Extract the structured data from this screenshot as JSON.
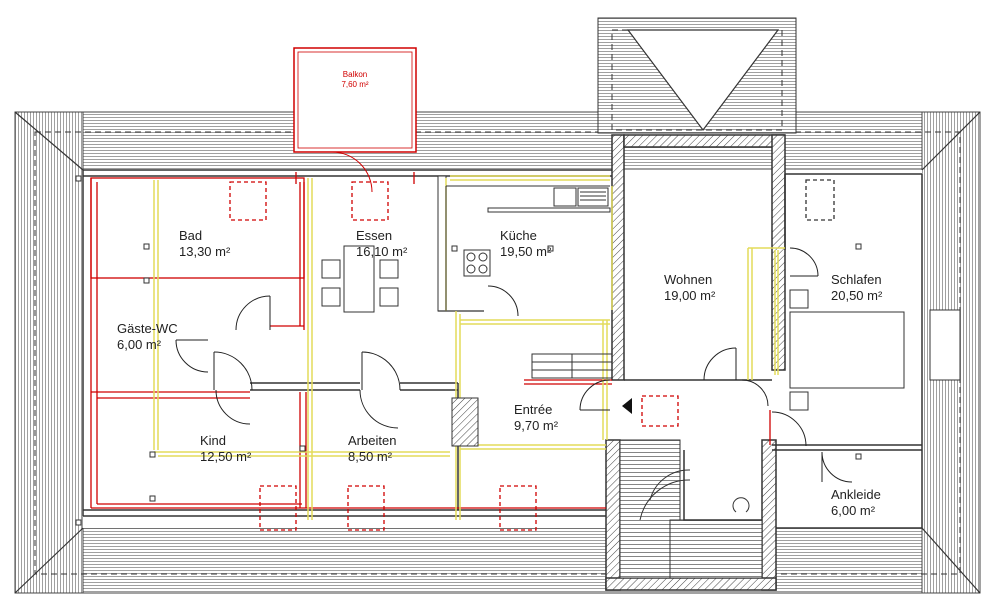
{
  "rooms": {
    "balkon": {
      "name": "Balkon",
      "area": "7,60 m²"
    },
    "bad": {
      "name": "Bad",
      "area": "13,30 m²"
    },
    "essen": {
      "name": "Essen",
      "area": "16,10 m²"
    },
    "kueche": {
      "name": "Küche",
      "area": "19,50 m²"
    },
    "wohnen": {
      "name": "Wohnen",
      "area": "19,00 m²"
    },
    "schlafen": {
      "name": "Schlafen",
      "area": "20,50 m²"
    },
    "gaeste_wc": {
      "name": "Gäste-WC",
      "area": "6,00 m²"
    },
    "kind": {
      "name": "Kind",
      "area": "12,50 m²"
    },
    "arbeiten": {
      "name": "Arbeiten",
      "area": "8,50 m²"
    },
    "entree": {
      "name": "Entrée",
      "area": "9,70 m²"
    },
    "ankleide": {
      "name": "Ankleide",
      "area": "6,00 m²"
    }
  },
  "colors": {
    "roof": "#555555",
    "wall": "#333333",
    "red_outline": "#d00000",
    "yellow_outline": "#e8e06a",
    "furniture": "#333333"
  }
}
